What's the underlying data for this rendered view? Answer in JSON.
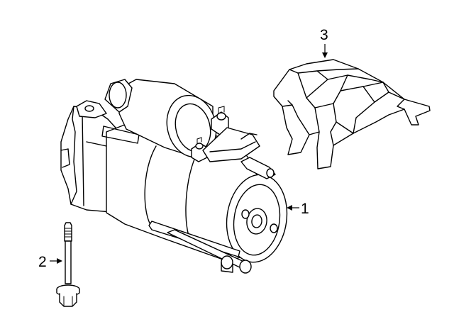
{
  "callouts": [
    {
      "id": "1",
      "label": "1",
      "part": "starter-motor"
    },
    {
      "id": "2",
      "label": "2",
      "part": "mounting-bolt"
    },
    {
      "id": "3",
      "label": "3",
      "part": "heat-shield"
    }
  ],
  "colors": {
    "line": "#000000",
    "background": "#ffffff"
  }
}
